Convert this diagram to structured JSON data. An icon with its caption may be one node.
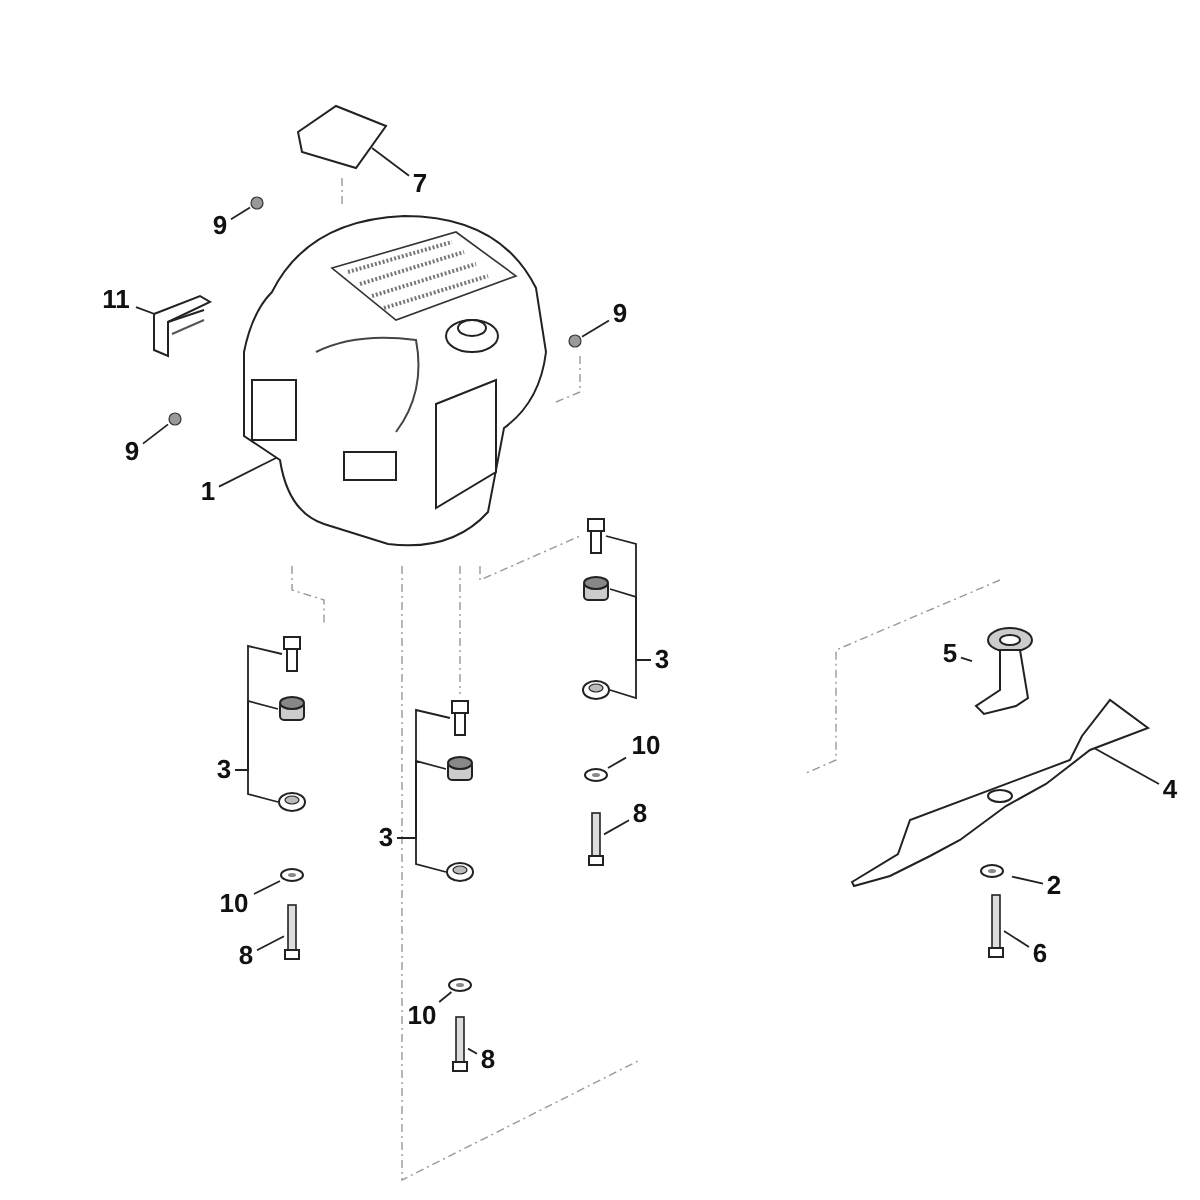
{
  "diagram": {
    "nodes": [
      {
        "text": [
          "7"
        ]
      },
      {
        "text": [],
        "shape": "picture"
      },
      {
        "text": [
          "9"
        ]
      },
      {
        "text": [],
        "shape": "circle"
      },
      {
        "text": [
          "11"
        ]
      },
      {
        "text": [],
        "shape": "picture"
      },
      {
        "text": [
          "9"
        ]
      },
      {
        "text": [],
        "shape": "circle"
      },
      {
        "text": [],
        "shape": "picture"
      },
      {
        "text": [
          "9"
        ]
      },
      {
        "text": [],
        "shape": "circle"
      },
      {
        "text": [
          "1"
        ]
      },
      {
        "text": [
          "3"
        ]
      },
      {
        "text": [],
        "shape": "picture"
      },
      {
        "text": [],
        "shape": "cylinder"
      },
      {
        "text": [],
        "shape": "picture"
      },
      {
        "text": [
          "10"
        ]
      },
      {
        "text": [],
        "shape": "picture"
      },
      {
        "text": [
          "8"
        ]
      },
      {
        "text": [],
        "shape": "picture"
      },
      {
        "text": [
          "3"
        ]
      },
      {
        "text": [],
        "shape": "picture"
      },
      {
        "text": [],
        "shape": "cylinder"
      },
      {
        "text": [],
        "shape": "picture"
      },
      {
        "text": [
          "10"
        ]
      },
      {
        "text": [],
        "shape": "picture"
      },
      {
        "text": [
          "8"
        ]
      },
      {
        "text": [],
        "shape": "picture"
      },
      {
        "text": [
          "3"
        ]
      },
      {
        "text": [],
        "shape": "picture"
      },
      {
        "text": [],
        "shape": "cylinder"
      },
      {
        "text": [],
        "shape": "picture"
      },
      {
        "text": [
          "10"
        ]
      },
      {
        "text": [],
        "shape": "picture"
      },
      {
        "text": [
          "8"
        ]
      },
      {
        "text": [],
        "shape": "picture"
      },
      {
        "text": [
          "5"
        ]
      },
      {
        "text": [],
        "shape": "picture"
      },
      {
        "text": [],
        "shape": "picture"
      },
      {
        "text": [
          "4"
        ]
      },
      {
        "text": [],
        "shape": "picture"
      },
      {
        "text": [
          "2"
        ]
      },
      {
        "text": [],
        "shape": "picture"
      },
      {
        "text": [
          "6"
        ]
      }
    ],
    "edges": [
      {
        "from": 0,
        "to": 1,
        "arrow": "none"
      },
      {
        "from": 2,
        "to": 3,
        "arrow": "none"
      },
      {
        "from": 4,
        "to": 5,
        "arrow": "none"
      },
      {
        "from": 6,
        "to": 7,
        "arrow": "none"
      },
      {
        "from": 9,
        "to": 10,
        "arrow": "none"
      },
      {
        "from": 11,
        "to": 8,
        "arrow": "none"
      },
      {
        "from": 12,
        "to": 13,
        "arrow": "none"
      },
      {
        "from": 12,
        "to": 14,
        "arrow": "none"
      },
      {
        "from": 12,
        "to": 15,
        "arrow": "none"
      },
      {
        "from": 16,
        "to": 17,
        "arrow": "none"
      },
      {
        "from": 18,
        "to": 19,
        "arrow": "none"
      },
      {
        "from": 20,
        "to": 21,
        "arrow": "none"
      },
      {
        "from": 20,
        "to": 22,
        "arrow": "none"
      },
      {
        "from": 20,
        "to": 23,
        "arrow": "none"
      },
      {
        "from": 24,
        "to": 25,
        "arrow": "none"
      },
      {
        "from": 26,
        "to": 27,
        "arrow": "none"
      },
      {
        "from": 28,
        "to": 29,
        "arrow": "none"
      },
      {
        "from": 28,
        "to": 30,
        "arrow": "none"
      },
      {
        "from": 28,
        "to": 31,
        "arrow": "none"
      },
      {
        "from": 32,
        "to": 33,
        "arrow": "none"
      },
      {
        "from": 34,
        "to": 35,
        "arrow": "none"
      },
      {
        "from": 36,
        "to": 37,
        "arrow": "none"
      },
      {
        "from": 39,
        "to": 38,
        "arrow": "none"
      },
      {
        "from": 41,
        "to": 40,
        "arrow": "none"
      },
      {
        "from": 43,
        "to": 42,
        "arrow": "none"
      }
    ]
  }
}
